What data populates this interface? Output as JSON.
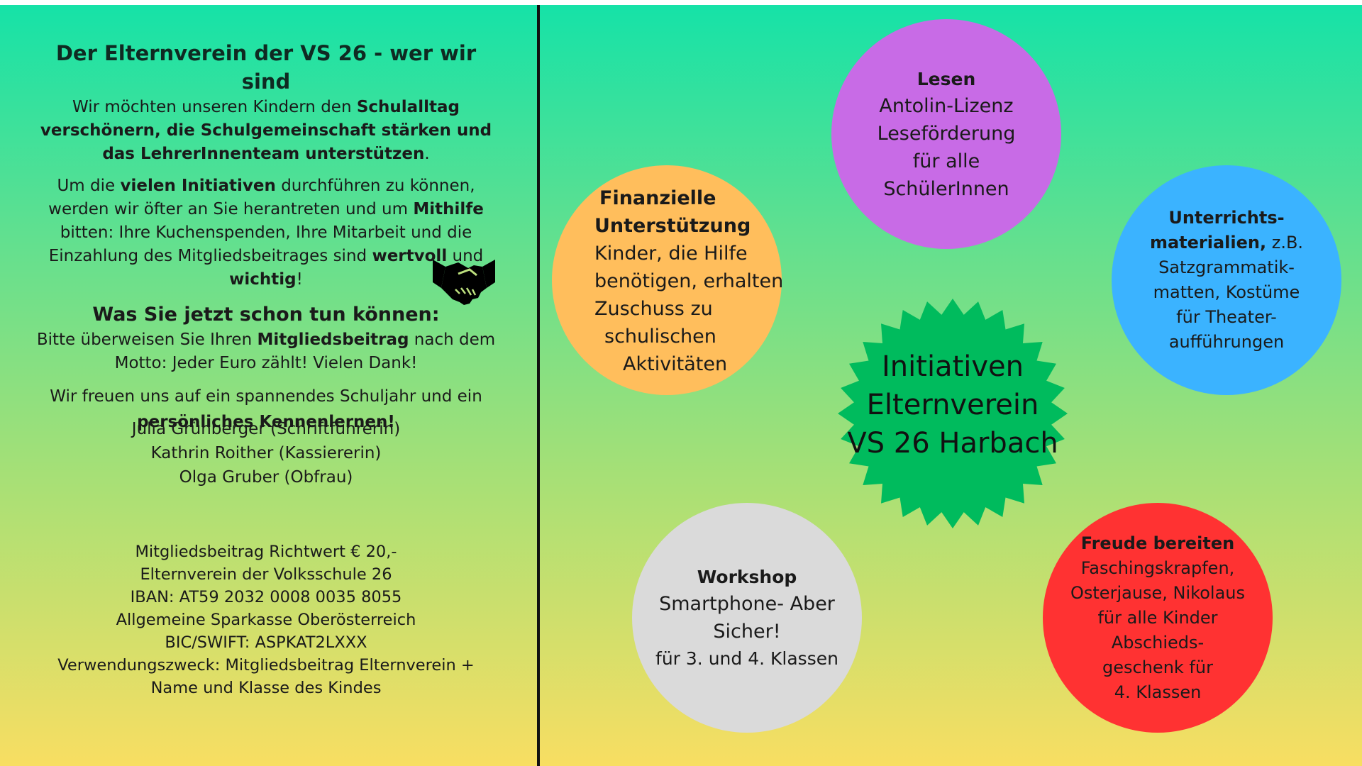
{
  "left": {
    "title": "Der Elternverein der VS 26 - wer wir sind",
    "p1": [
      {
        "t": "Wir möchten unseren Kindern den ",
        "b": false
      },
      {
        "t": "Schulalltag verschönern, die Schulgemeinschaft stärken und das LehrerInnenteam unterstützen",
        "b": true
      },
      {
        "t": ".",
        "b": false
      }
    ],
    "p2": [
      {
        "t": "Um die ",
        "b": false
      },
      {
        "t": "vielen Initiativen",
        "b": true
      },
      {
        "t": " durchführen zu können, werden wir öfter an Sie herantreten und um ",
        "b": false
      },
      {
        "t": "Mithilfe",
        "b": true
      },
      {
        "t": " bitten: Ihre Kuchenspenden, Ihre Mitarbeit und die Einzahlung des Mitgliedsbeitrages sind ",
        "b": false
      },
      {
        "t": "wertvoll",
        "b": true
      },
      {
        "t": " und ",
        "b": false
      },
      {
        "t": "wichtig",
        "b": true
      },
      {
        "t": "!",
        "b": false
      }
    ],
    "subtitle": "Was Sie jetzt schon tun können:",
    "p3": [
      {
        "t": "Bitte überweisen Sie Ihren ",
        "b": false
      },
      {
        "t": "Mitgliedsbeitrag",
        "b": true
      },
      {
        "t": " nach dem Motto: Jeder Euro zählt! Vielen Dank!",
        "b": false
      }
    ],
    "p4": [
      {
        "t": "Wir freuen uns auf ein spannendes Schuljahr und ein ",
        "b": false
      },
      {
        "t": "persönliches Kennenlernen!",
        "b": true
      }
    ],
    "signatures": [
      "Julia Grünberger (Schriftführerin)",
      "Kathrin Roither (Kassiererin)",
      "Olga Gruber (Obfrau)"
    ],
    "bank": [
      "Mitgliedsbeitrag Richtwert € 20,-",
      "Elternverein der Volksschule 26",
      "IBAN: AT59 2032 0008 0035 8055",
      "Allgemeine Sparkasse Oberösterreich",
      "BIC/SWIFT: ASPKAT2LXXX",
      "Verwendungszweck: Mitgliedsbeitrag Elternverein + Name und Klasse des Kindes"
    ]
  },
  "center": {
    "line1": "Initiativen",
    "line2": "Elternverein",
    "line3": "VS 26 Harbach"
  },
  "circles": {
    "lesen": {
      "title": "Lesen",
      "lines": [
        "Antolin-Lizenz",
        "Leseförderung",
        "für alle",
        "SchülerInnen"
      ]
    },
    "finanzen": {
      "title1": "Finanzielle",
      "title2": "Unterstützung",
      "lines": [
        "Kinder, die Hilfe",
        "benötigen, erhalten",
        "Zuschuss zu",
        "schulischen",
        "Aktivitäten"
      ]
    },
    "unterricht": {
      "title1": "Unterrichts-",
      "title2": "materialien,",
      "rest": " z.B.",
      "lines": [
        "Satzgrammatik-",
        "matten, Kostüme",
        "für Theater-",
        "aufführungen"
      ]
    },
    "workshop": {
      "title": "Workshop",
      "lines": [
        "Smartphone- Aber",
        "Sicher!",
        "für 3. und 4. Klassen"
      ]
    },
    "freude": {
      "title": "Freude bereiten",
      "lines": [
        "Faschingskrapfen,",
        "Osterjause, Nikolaus",
        "für alle Kinder",
        "Abschieds-",
        "geschenk für",
        "4. Klassen"
      ]
    }
  },
  "colors": {
    "lesen": "#c86be6",
    "finanzen": "#ffbe5c",
    "unterricht": "#3bb3ff",
    "workshop": "#dadada",
    "freude": "#ff3232",
    "star": "#00bb5d"
  },
  "icons": {
    "handshake": "handshake-icon"
  }
}
